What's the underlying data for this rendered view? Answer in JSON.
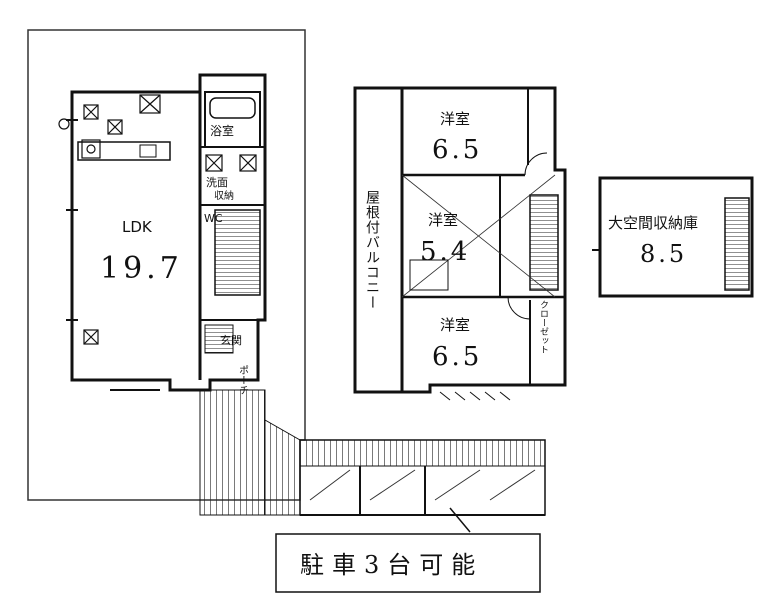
{
  "floor1": {
    "ldk_label": "LDK",
    "ldk_size": "19.7",
    "bath_label": "浴室",
    "wash_label": "洗面",
    "wc_label": "WC",
    "entrance_label": "玄関",
    "porch_label": "ポーチ",
    "storage_label": "収納"
  },
  "floor2": {
    "room1_label": "洋室",
    "room1_size": "6.5",
    "room2_label": "洋室",
    "room2_size": "5.4",
    "room3_label": "洋室",
    "room3_size": "6.5",
    "balcony_label": "屋根付バルコニー",
    "closet_label": "クローゼット"
  },
  "floor3": {
    "room_label": "大空間収納庫",
    "room_size": "8.5"
  },
  "parking": {
    "label": "駐車3台可能"
  }
}
